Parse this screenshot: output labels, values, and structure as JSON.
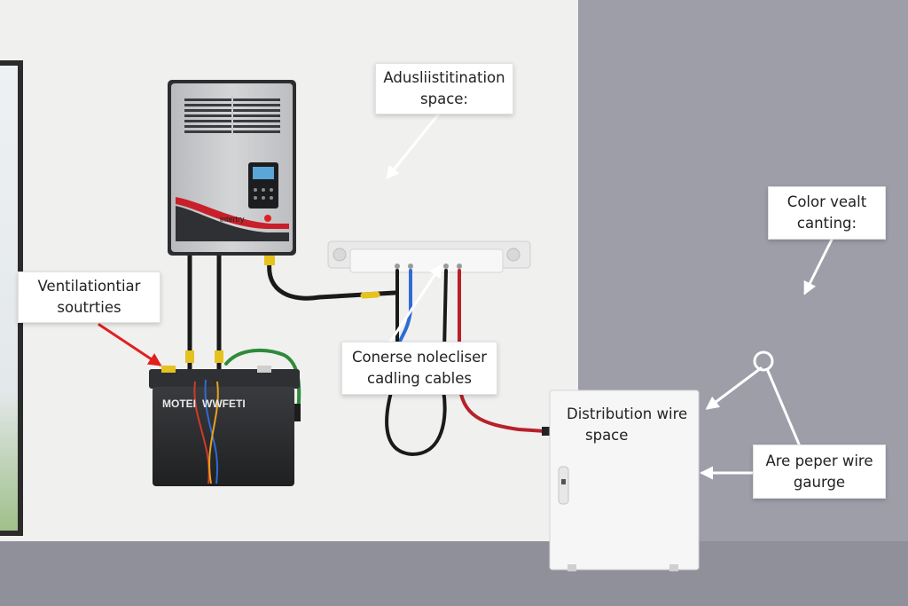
{
  "labels": {
    "top": [
      "Adusliistitination",
      "space:"
    ],
    "ventilation": [
      "Ventilationtiar",
      "soutrties"
    ],
    "cables": [
      "Conerse nolecliser",
      "cadling cables"
    ],
    "color": [
      "Color vealt",
      "canting:"
    ],
    "distribution": [
      "Distribution wire",
      "space"
    ],
    "gauge": [
      "Are peper wire",
      "gaurge"
    ]
  },
  "device": {
    "inverter_brand": "intertry",
    "battery_text_1": "MOTEI",
    "battery_text_2": "WWFETI"
  },
  "colors": {
    "wall": "#f0f0ef",
    "side_wall": "#9d9ea8",
    "floor": "#8f9099",
    "inverter_body": "#c9cacc",
    "inverter_accent": "#c8202a",
    "battery": "#2a2b2d",
    "cable_black": "#1a1a1a",
    "cable_red": "#b8202a",
    "cable_blue": "#2f6bd4",
    "cable_yellow": "#e6c21e",
    "cable_green": "#2f8a3a",
    "arrow_red": "#e02020",
    "arrow_white": "#ffffff"
  }
}
